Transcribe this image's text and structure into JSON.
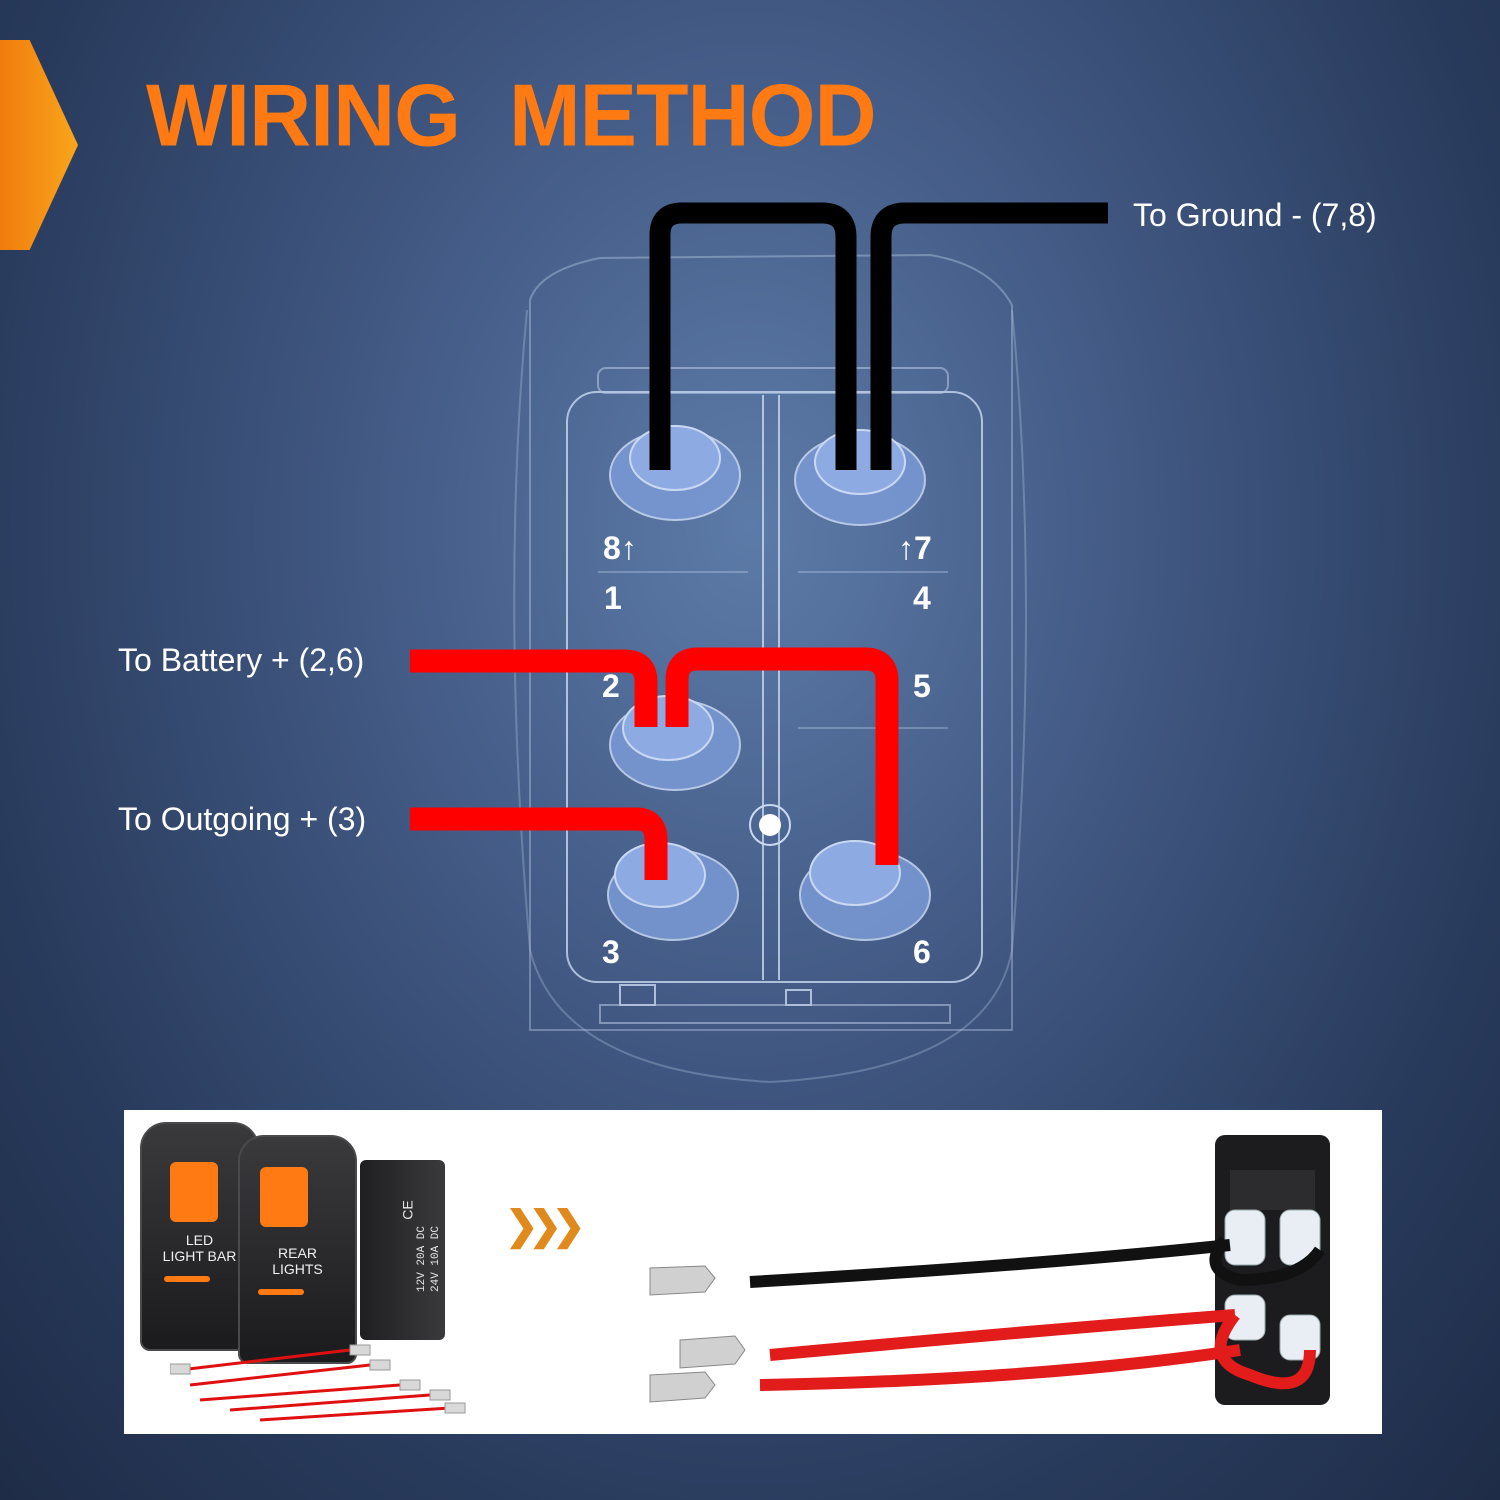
{
  "title": "WIRING METHOD",
  "callouts": {
    "ground": "To Ground - (7,8)",
    "battery": "To Battery + (2,6)",
    "outgoing": "To Outgoing + (3)"
  },
  "pins": {
    "p8": "8↑",
    "p7": "↑7",
    "p1": "1",
    "p4": "4",
    "p2": "2",
    "p5": "5",
    "p3": "3",
    "p6": "6"
  },
  "product": {
    "switch1_label_line1": "LED",
    "switch1_label_line2": "LIGHT BAR",
    "switch2_label_line1": "REAR",
    "switch2_label_line2": "LIGHTS",
    "rating_line1": "12V 20A DC",
    "rating_line2": "24V 10A DC",
    "ce_mark": "CE",
    "arrows": "❯❯❯"
  },
  "colors": {
    "title": "#ff7a12",
    "ground_wire": "#000000",
    "positive_wire": "#ff0000"
  }
}
